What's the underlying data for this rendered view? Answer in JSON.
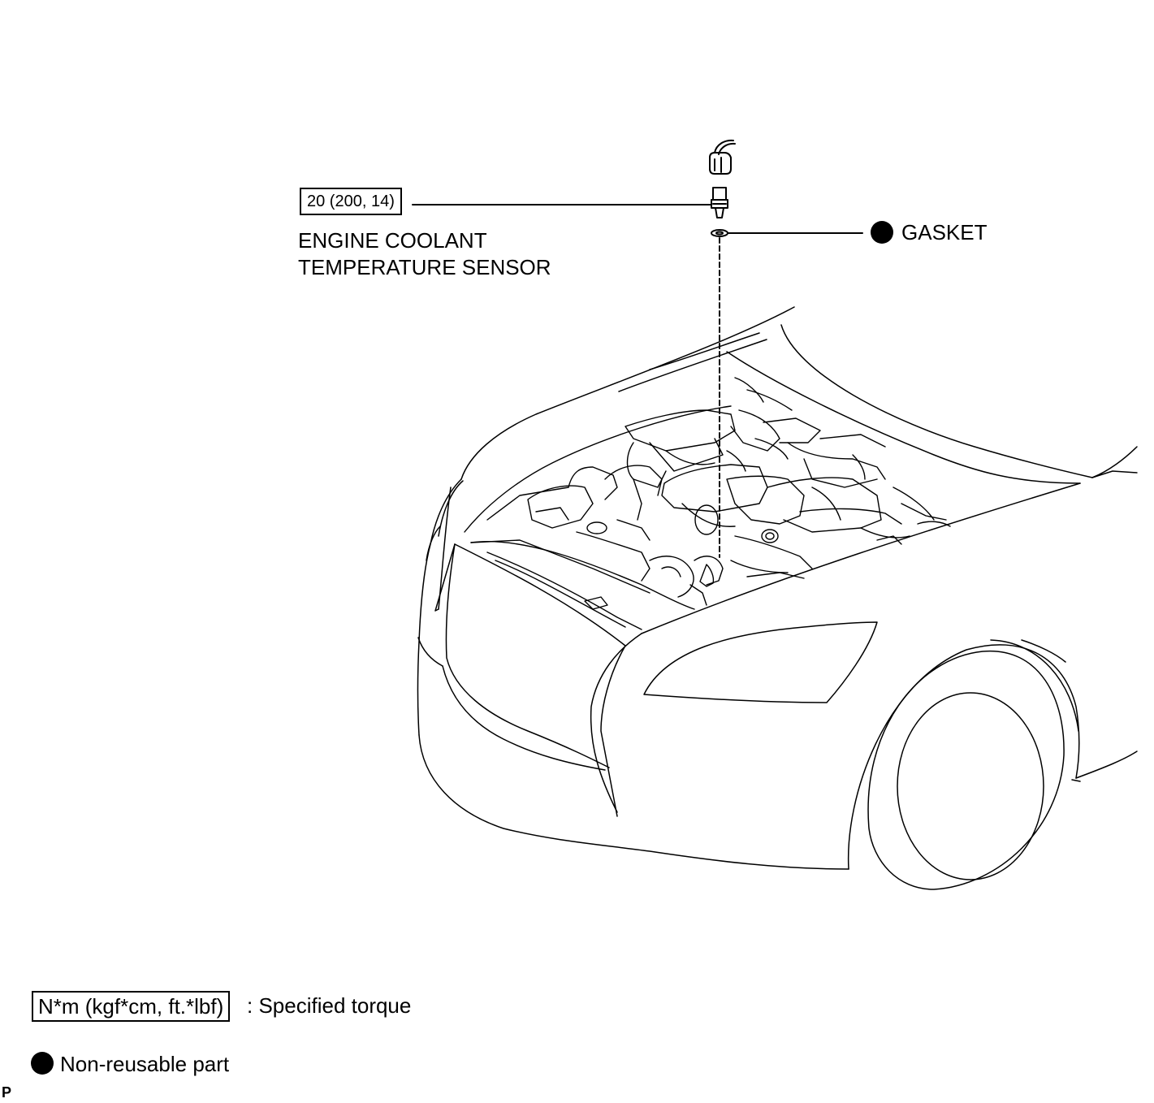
{
  "callouts": {
    "torque_value": "20 (200, 14)",
    "sensor_line1": "ENGINE COOLANT",
    "sensor_line2": "TEMPERATURE SENSOR",
    "gasket": "GASKET"
  },
  "legend": {
    "torque_unit": "N*m (kgf*cm, ft.*lbf)",
    "torque_desc": ": Specified torque",
    "nonreusable_desc": "Non-reusable part"
  },
  "page_mark": "P",
  "colors": {
    "ink": "#000000",
    "paper": "#ffffff"
  },
  "icons": {
    "nonreusable": "filled-circle-icon"
  }
}
